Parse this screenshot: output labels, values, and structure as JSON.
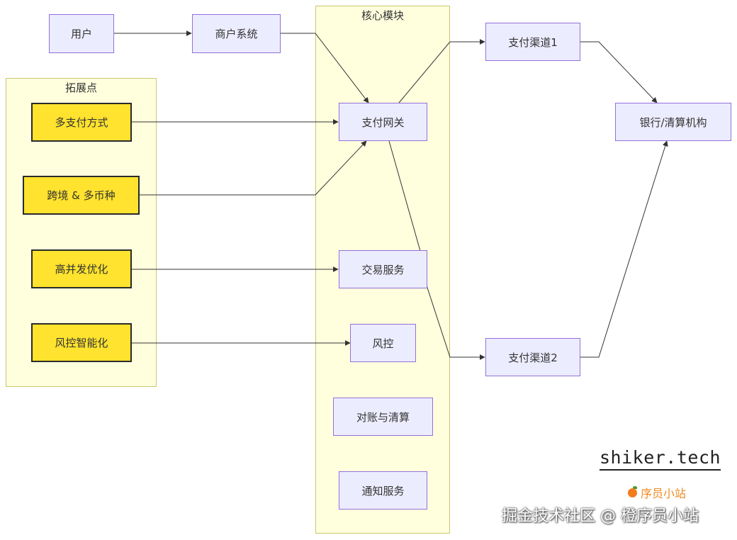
{
  "clusters": {
    "core": {
      "title": "核心模块"
    },
    "ext": {
      "title": "拓展点"
    }
  },
  "nodes": {
    "user": "用户",
    "merchant": "商户系统",
    "gateway": "支付网关",
    "trade": "交易服务",
    "risk": "风控",
    "recon": "对账与清算",
    "notify": "通知服务",
    "channel1": "支付渠道1",
    "channel2": "支付渠道2",
    "bank": "银行/清算机构",
    "ext_multi_pay": "多支付方式",
    "ext_cross_border": "跨境 & 多币种",
    "ext_concurrency": "高并发优化",
    "ext_risk_ai": "风控智能化"
  },
  "watermarks": {
    "site": "shiker.tech",
    "badge": "序员小站",
    "juejin": "掘金技术社区 @ 橙序员小站"
  },
  "colors": {
    "node_fill": "#ececff",
    "node_border": "#9370db",
    "cluster_fill": "#ffffde",
    "cluster_border": "#c8c86e",
    "ext_node_fill": "#ffe32e",
    "edge": "#333333"
  }
}
